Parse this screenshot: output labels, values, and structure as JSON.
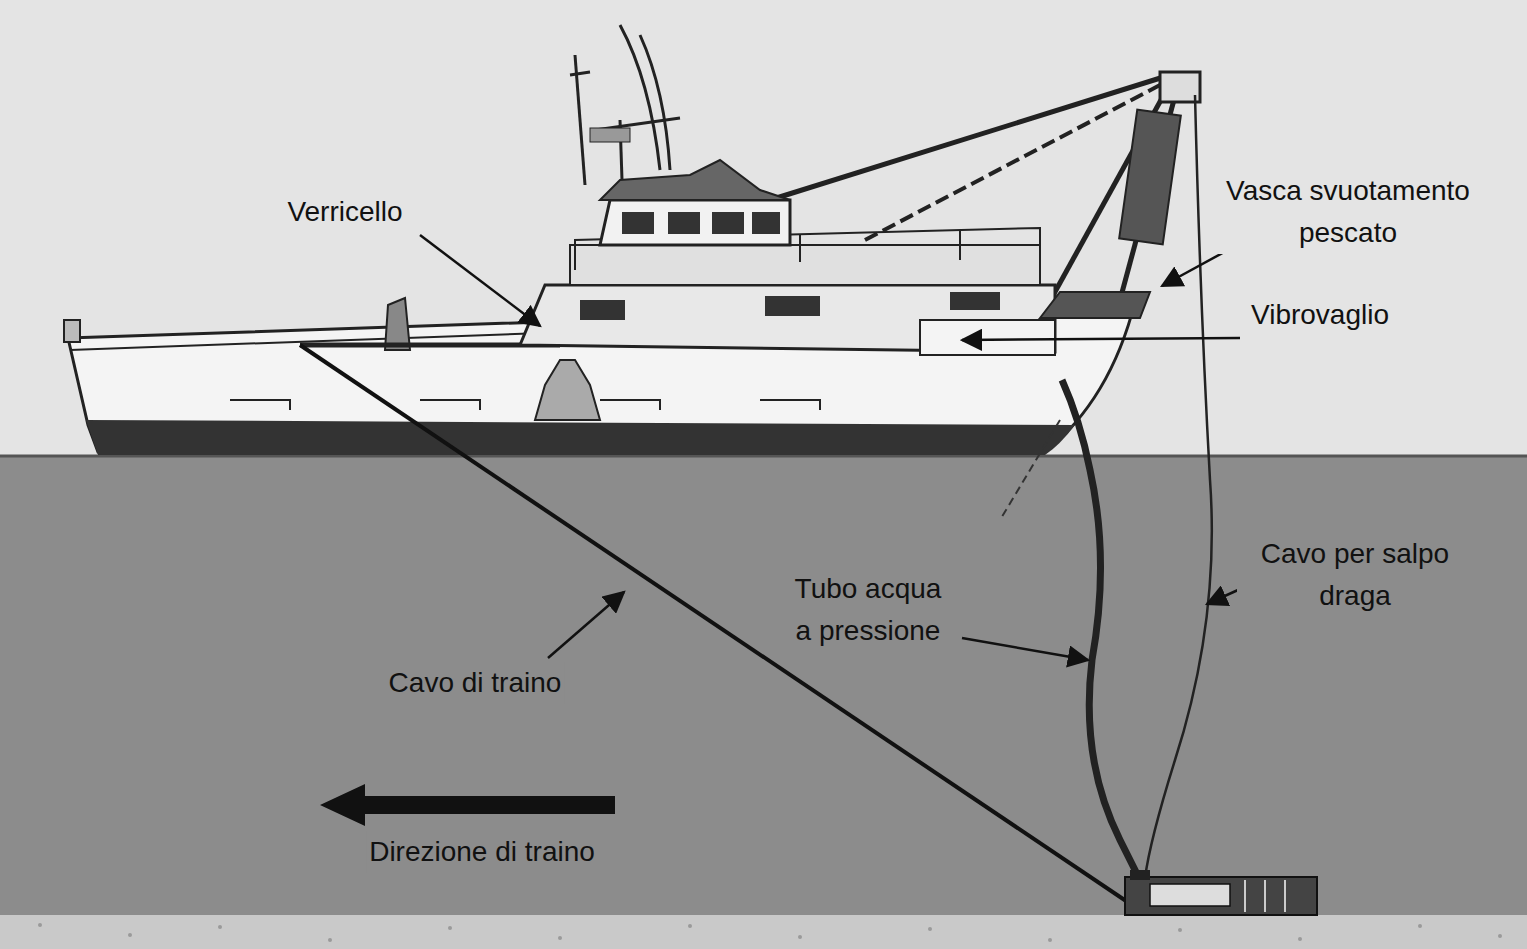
{
  "diagram": {
    "labels": [
      "Verricello",
      "Vasca svuotamento pescato",
      "Vibrovaglio",
      "Cavo per salpo draga",
      "Tubo acqua a pressione",
      "Cavo di traino",
      "Direzione di traino"
    ]
  }
}
